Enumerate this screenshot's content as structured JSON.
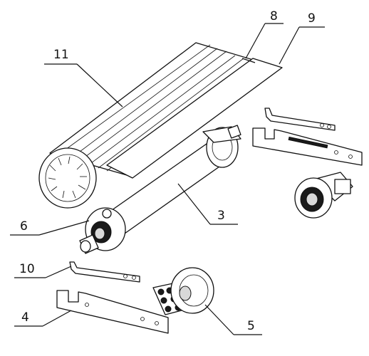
{
  "labels": {
    "l3": "3",
    "l4": "4",
    "l5": "5",
    "l6": "6",
    "l8": "8",
    "l9": "9",
    "l10": "10",
    "l11": "11"
  },
  "colors": {
    "line": "#111111",
    "background": "#ffffff"
  }
}
